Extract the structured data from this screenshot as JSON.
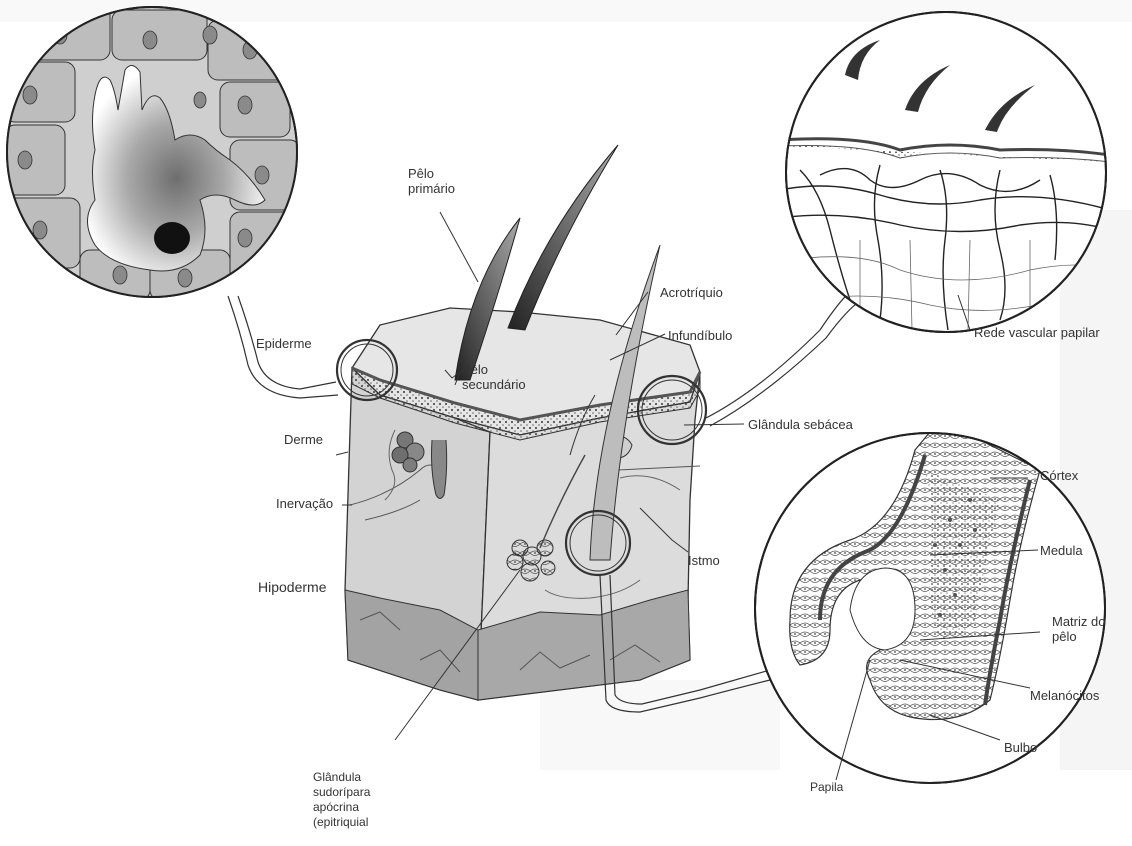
{
  "labels": {
    "pelo_primario": "Pêlo primário",
    "pelo_secundario": "Pêlo secundário",
    "acrotriquio": "Acrotríquio",
    "infundibulo": "Infundíbulo",
    "epiderme": "Epiderme",
    "derme": "Derme",
    "inervacao": "Inervação",
    "hipoderme": "Hipoderme",
    "glandula_sebacea": "Glândula sebácea",
    "istmo": "Istmo",
    "rede_vascular_papilar": "Rede vascular papilar",
    "cortex": "Córtex",
    "medula": "Medula",
    "matriz_do_pelo": "Matriz do pêlo",
    "melanocitos": "Melanócitos",
    "bulbo": "Bulbo",
    "papila": "Papila",
    "glandula_sudoripara": "Glândula sudorípara apócrina (epitriquial"
  },
  "colors": {
    "line": "#222222",
    "block_face": "#d9d9d9",
    "block_side": "#c8c8c8",
    "hypodermis": "#9a9a9a",
    "epidermis_band": "#7a7a7a",
    "cell_fill": "#8c8c8c"
  }
}
